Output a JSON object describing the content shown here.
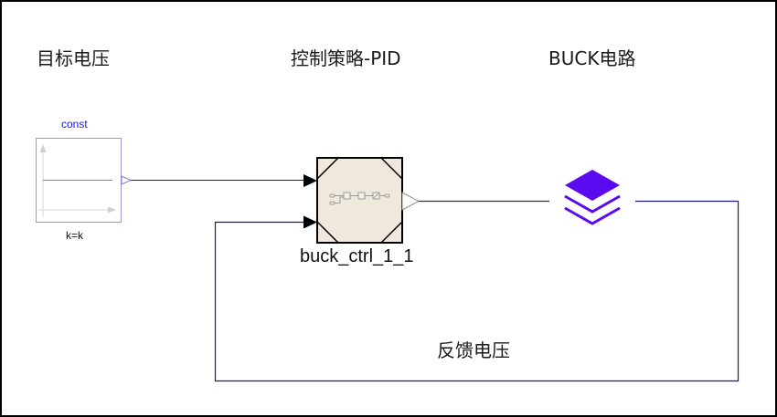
{
  "diagram": {
    "sections": {
      "target_voltage": "目标电压",
      "control_strategy": "控制策略-PID",
      "buck_circuit": "BUCK电路",
      "feedback_voltage": "反馈电压"
    },
    "blocks": {
      "const_block": {
        "title": "const",
        "parameter": "k=k",
        "icon": "constant-signal-icon"
      },
      "controller_block": {
        "name": "buck_ctrl_1_1",
        "icon": "subsystem-blocks-icon"
      },
      "buck_block": {
        "icon": "layers-icon"
      }
    },
    "connections": [
      {
        "from": "const",
        "to": "buck_ctrl_1_1.input1"
      },
      {
        "from": "buck_ctrl_1_1.output",
        "to": "BUCK"
      },
      {
        "from": "BUCK",
        "to": "buck_ctrl_1_1.input2",
        "label": "反馈电压"
      }
    ],
    "colors": {
      "wire": "#1a1a80",
      "const_title": "#1a1acc",
      "buck_icon": "#5b0af0",
      "controller_fill": "#efe8dc"
    }
  }
}
